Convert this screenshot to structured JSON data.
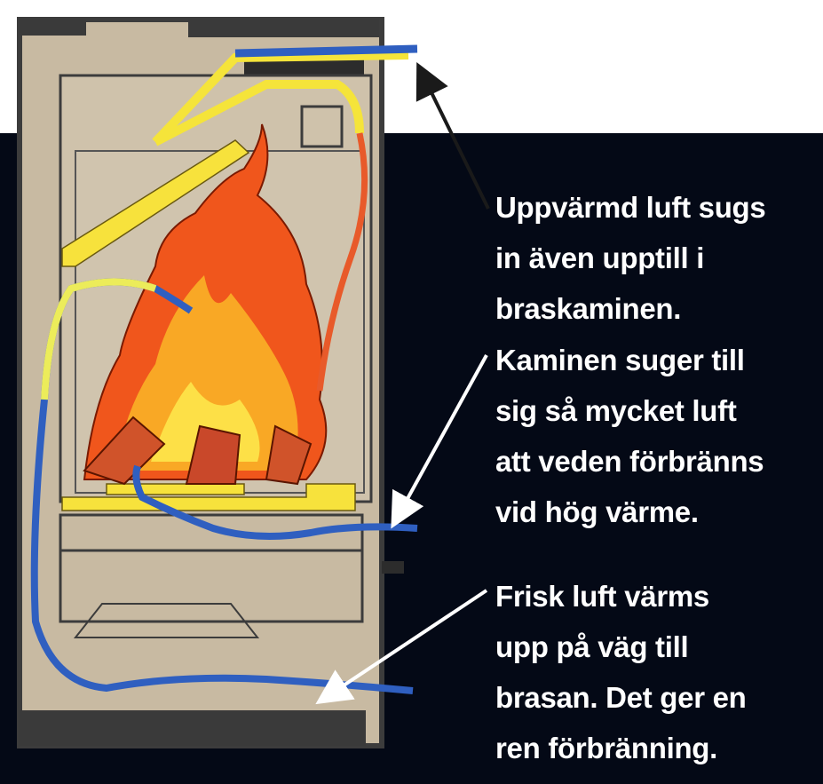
{
  "title": "Braskamin luftflöde",
  "callouts": [
    {
      "lines": [
        "Uppvärmd luft sugs",
        "in även upptill i",
        "braskaminen."
      ]
    },
    {
      "lines": [
        "Kaminen suger till",
        "sig så mycket luft",
        "att veden förbränns",
        "vid hög värme."
      ]
    },
    {
      "lines": [
        "Frisk luft värms",
        "upp på väg till",
        "brasan. Det ger en",
        "ren förbränning."
      ]
    }
  ],
  "colors": {
    "background": "#040916",
    "stove": "#c8baa2",
    "outline": "#3c3c3c",
    "baffle": "#f5e43a",
    "air": "#2f5fc0",
    "flame": "#f0561c"
  }
}
